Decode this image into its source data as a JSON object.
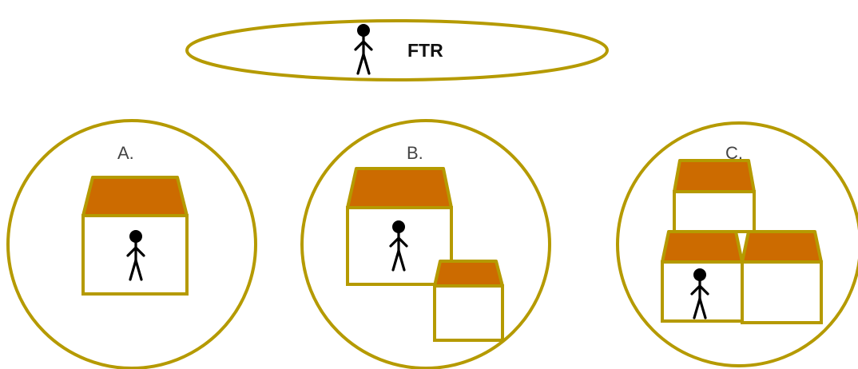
{
  "header": {
    "label": "FTR",
    "figure_icon": "stick-figure-icon"
  },
  "panels": [
    {
      "label": "A.",
      "houses": 1,
      "figure_icon": "stick-figure-icon"
    },
    {
      "label": "B.",
      "houses": 2,
      "figure_icon": "stick-figure-icon"
    },
    {
      "label": "C.",
      "houses": 3,
      "figure_icon": "stick-figure-icon"
    }
  ],
  "colors": {
    "outline": "#b59a00",
    "roof": "#cc6b00",
    "figure": "#000000"
  }
}
